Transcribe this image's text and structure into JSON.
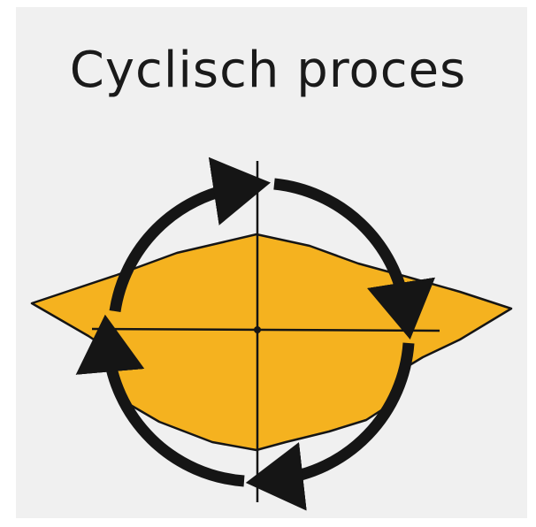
{
  "title": "Cyclisch proces",
  "colors": {
    "background_panel": "#f0f0f0",
    "shape_fill": "#f5b21f",
    "ink": "#151515"
  },
  "diagram": {
    "shape": "irregular-diamond",
    "axes": [
      "vertical-axis",
      "horizontal-axis"
    ],
    "arrows": [
      "arrow-top-left",
      "arrow-top-right",
      "arrow-bottom-right",
      "arrow-bottom-left"
    ],
    "direction": "clockwise"
  }
}
